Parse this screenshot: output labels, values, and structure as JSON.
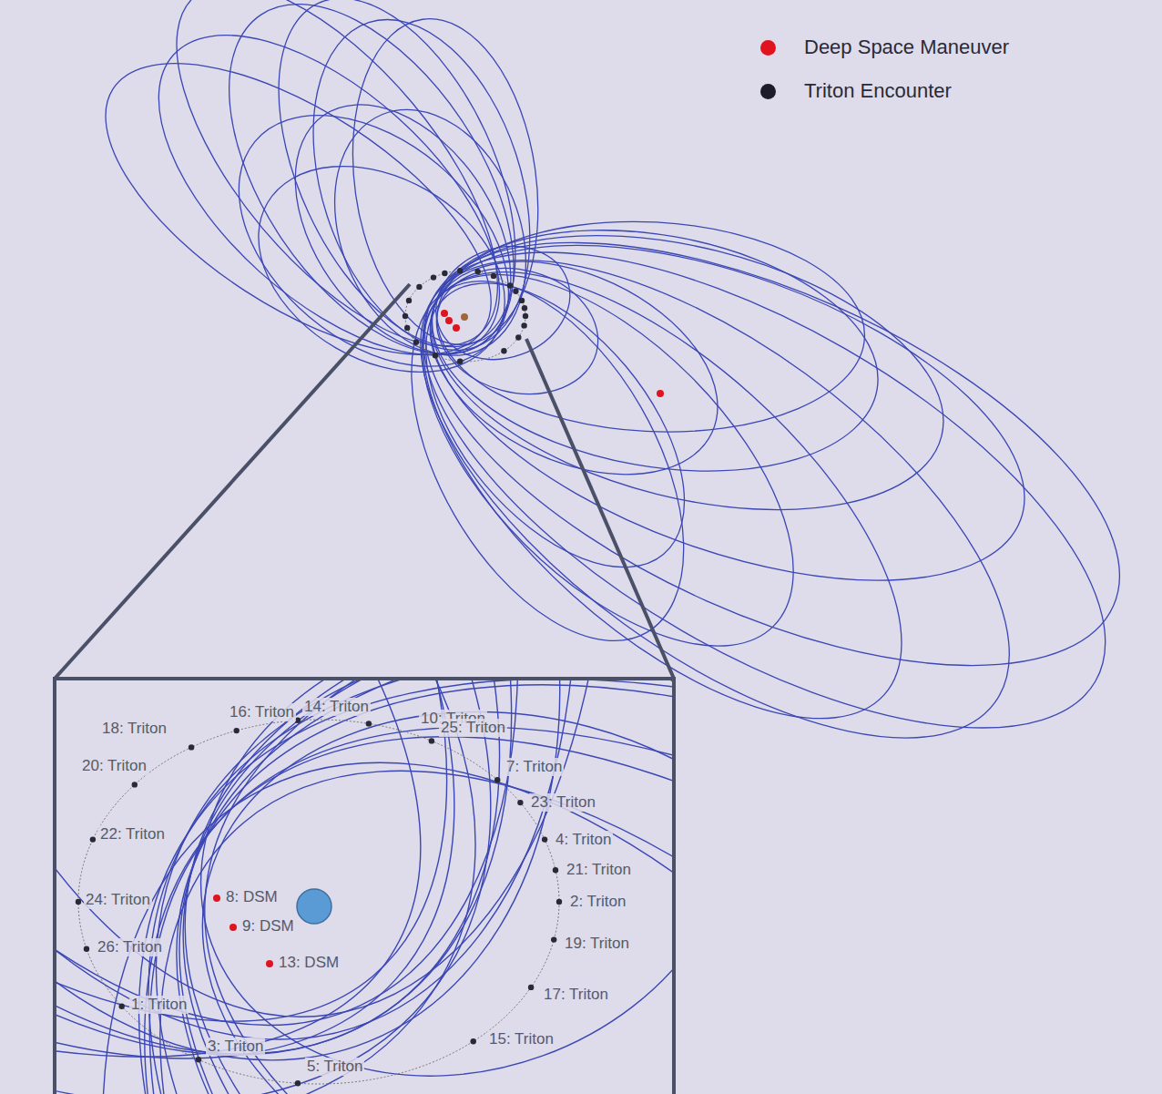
{
  "diagram": {
    "labels": [
      "18: Triton",
      "16: Triton",
      "14: Triton",
      "10: Triton",
      "25: Triton",
      "20: Triton",
      "7: Triton",
      "23: Triton",
      "22: Triton",
      "4: Triton",
      "24: Triton",
      "21: Triton",
      "8: DSM",
      "2: Triton",
      "9: DSM",
      "26: Triton",
      "19: Triton",
      "13: DSM",
      "1: Triton",
      "17: Triton",
      "3: Triton",
      "15: Triton",
      "5: Triton"
    ],
    "legend": [
      {
        "text": "Deep Space Maneuver",
        "color": "#e0141e"
      },
      {
        "text": "Triton Encounter",
        "color": "#1c1c2a"
      }
    ]
  }
}
